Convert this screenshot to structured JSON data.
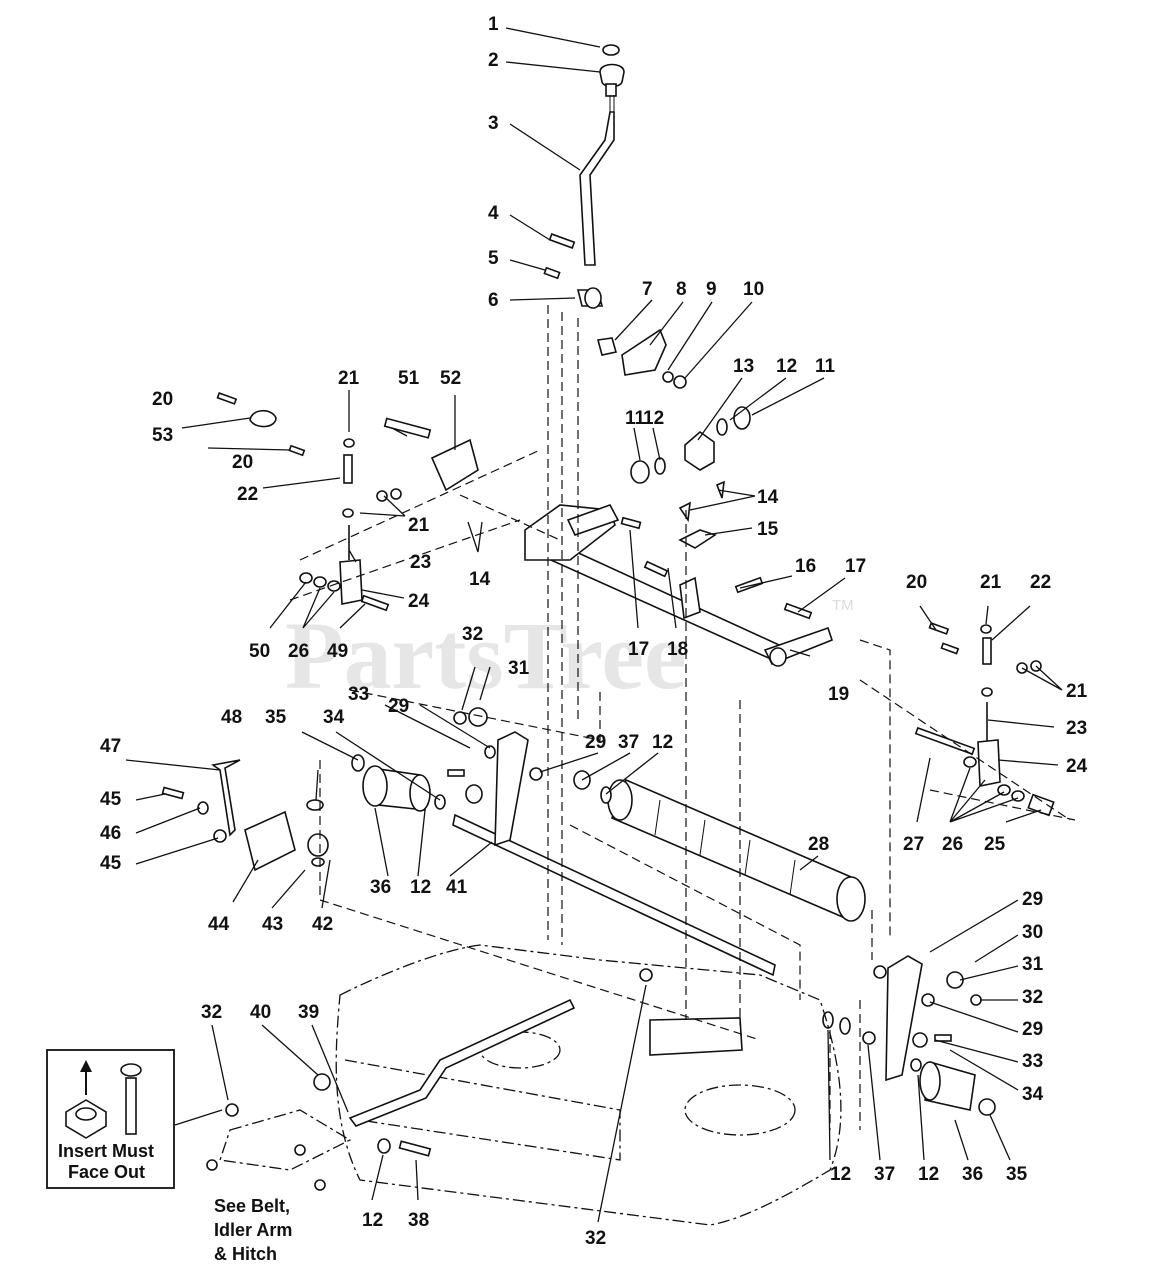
{
  "watermark": {
    "text": "PartsTree",
    "tm": "TM"
  },
  "inset_label": {
    "line1": "Insert Must",
    "line2": "Face Out"
  },
  "note": {
    "line1": "See Belt,",
    "line2": "Idler Arm",
    "line3": "& Hitch"
  },
  "callouts": [
    {
      "id": "c1",
      "label": "1"
    },
    {
      "id": "c2",
      "label": "2"
    },
    {
      "id": "c3",
      "label": "3"
    },
    {
      "id": "c4",
      "label": "4"
    },
    {
      "id": "c5",
      "label": "5"
    },
    {
      "id": "c6",
      "label": "6"
    },
    {
      "id": "c7",
      "label": "7"
    },
    {
      "id": "c8",
      "label": "8"
    },
    {
      "id": "c9",
      "label": "9"
    },
    {
      "id": "c10",
      "label": "10"
    },
    {
      "id": "c13",
      "label": "13"
    },
    {
      "id": "c12a",
      "label": "12"
    },
    {
      "id": "c11a",
      "label": "11"
    },
    {
      "id": "c11b",
      "label": "11"
    },
    {
      "id": "c12b",
      "label": "12"
    },
    {
      "id": "c14a",
      "label": "14"
    },
    {
      "id": "c15",
      "label": "15"
    },
    {
      "id": "c16",
      "label": "16"
    },
    {
      "id": "c17a",
      "label": "17"
    },
    {
      "id": "c17b",
      "label": "17"
    },
    {
      "id": "c18",
      "label": "18"
    },
    {
      "id": "c19",
      "label": "19"
    },
    {
      "id": "c14b",
      "label": "14"
    },
    {
      "id": "c20a",
      "label": "20"
    },
    {
      "id": "c53",
      "label": "53"
    },
    {
      "id": "c20b",
      "label": "20"
    },
    {
      "id": "c21a",
      "label": "21"
    },
    {
      "id": "c22a",
      "label": "22"
    },
    {
      "id": "c21b",
      "label": "21"
    },
    {
      "id": "c51",
      "label": "51"
    },
    {
      "id": "c52",
      "label": "52"
    },
    {
      "id": "c23a",
      "label": "23"
    },
    {
      "id": "c24a",
      "label": "24"
    },
    {
      "id": "c50",
      "label": "50"
    },
    {
      "id": "c26a",
      "label": "26"
    },
    {
      "id": "c49",
      "label": "49"
    },
    {
      "id": "c20c",
      "label": "20"
    },
    {
      "id": "c21c",
      "label": "21"
    },
    {
      "id": "c22b",
      "label": "22"
    },
    {
      "id": "c21d",
      "label": "21"
    },
    {
      "id": "c23b",
      "label": "23"
    },
    {
      "id": "c24b",
      "label": "24"
    },
    {
      "id": "c27",
      "label": "27"
    },
    {
      "id": "c26b",
      "label": "26"
    },
    {
      "id": "c25",
      "label": "25"
    },
    {
      "id": "c32a",
      "label": "32"
    },
    {
      "id": "c31a",
      "label": "31"
    },
    {
      "id": "c33a",
      "label": "33"
    },
    {
      "id": "c29a",
      "label": "29"
    },
    {
      "id": "c48",
      "label": "48"
    },
    {
      "id": "c35a",
      "label": "35"
    },
    {
      "id": "c34a",
      "label": "34"
    },
    {
      "id": "c29b",
      "label": "29"
    },
    {
      "id": "c37a",
      "label": "37"
    },
    {
      "id": "c12c",
      "label": "12"
    },
    {
      "id": "c47",
      "label": "47"
    },
    {
      "id": "c45a",
      "label": "45"
    },
    {
      "id": "c46",
      "label": "46"
    },
    {
      "id": "c45b",
      "label": "45"
    },
    {
      "id": "c36a",
      "label": "36"
    },
    {
      "id": "c12d",
      "label": "12"
    },
    {
      "id": "c41",
      "label": "41"
    },
    {
      "id": "c28",
      "label": "28"
    },
    {
      "id": "c44",
      "label": "44"
    },
    {
      "id": "c43",
      "label": "43"
    },
    {
      "id": "c42",
      "label": "42"
    },
    {
      "id": "c29c",
      "label": "29"
    },
    {
      "id": "c30",
      "label": "30"
    },
    {
      "id": "c31b",
      "label": "31"
    },
    {
      "id": "c32b",
      "label": "32"
    },
    {
      "id": "c29d",
      "label": "29"
    },
    {
      "id": "c33b",
      "label": "33"
    },
    {
      "id": "c34b",
      "label": "34"
    },
    {
      "id": "c32c",
      "label": "32"
    },
    {
      "id": "c40",
      "label": "40"
    },
    {
      "id": "c39",
      "label": "39"
    },
    {
      "id": "c12e",
      "label": "12"
    },
    {
      "id": "c38",
      "label": "38"
    },
    {
      "id": "c32d",
      "label": "32"
    },
    {
      "id": "c12f",
      "label": "12"
    },
    {
      "id": "c37b",
      "label": "37"
    },
    {
      "id": "c12g",
      "label": "12"
    },
    {
      "id": "c36b",
      "label": "36"
    },
    {
      "id": "c35b",
      "label": "35"
    }
  ]
}
